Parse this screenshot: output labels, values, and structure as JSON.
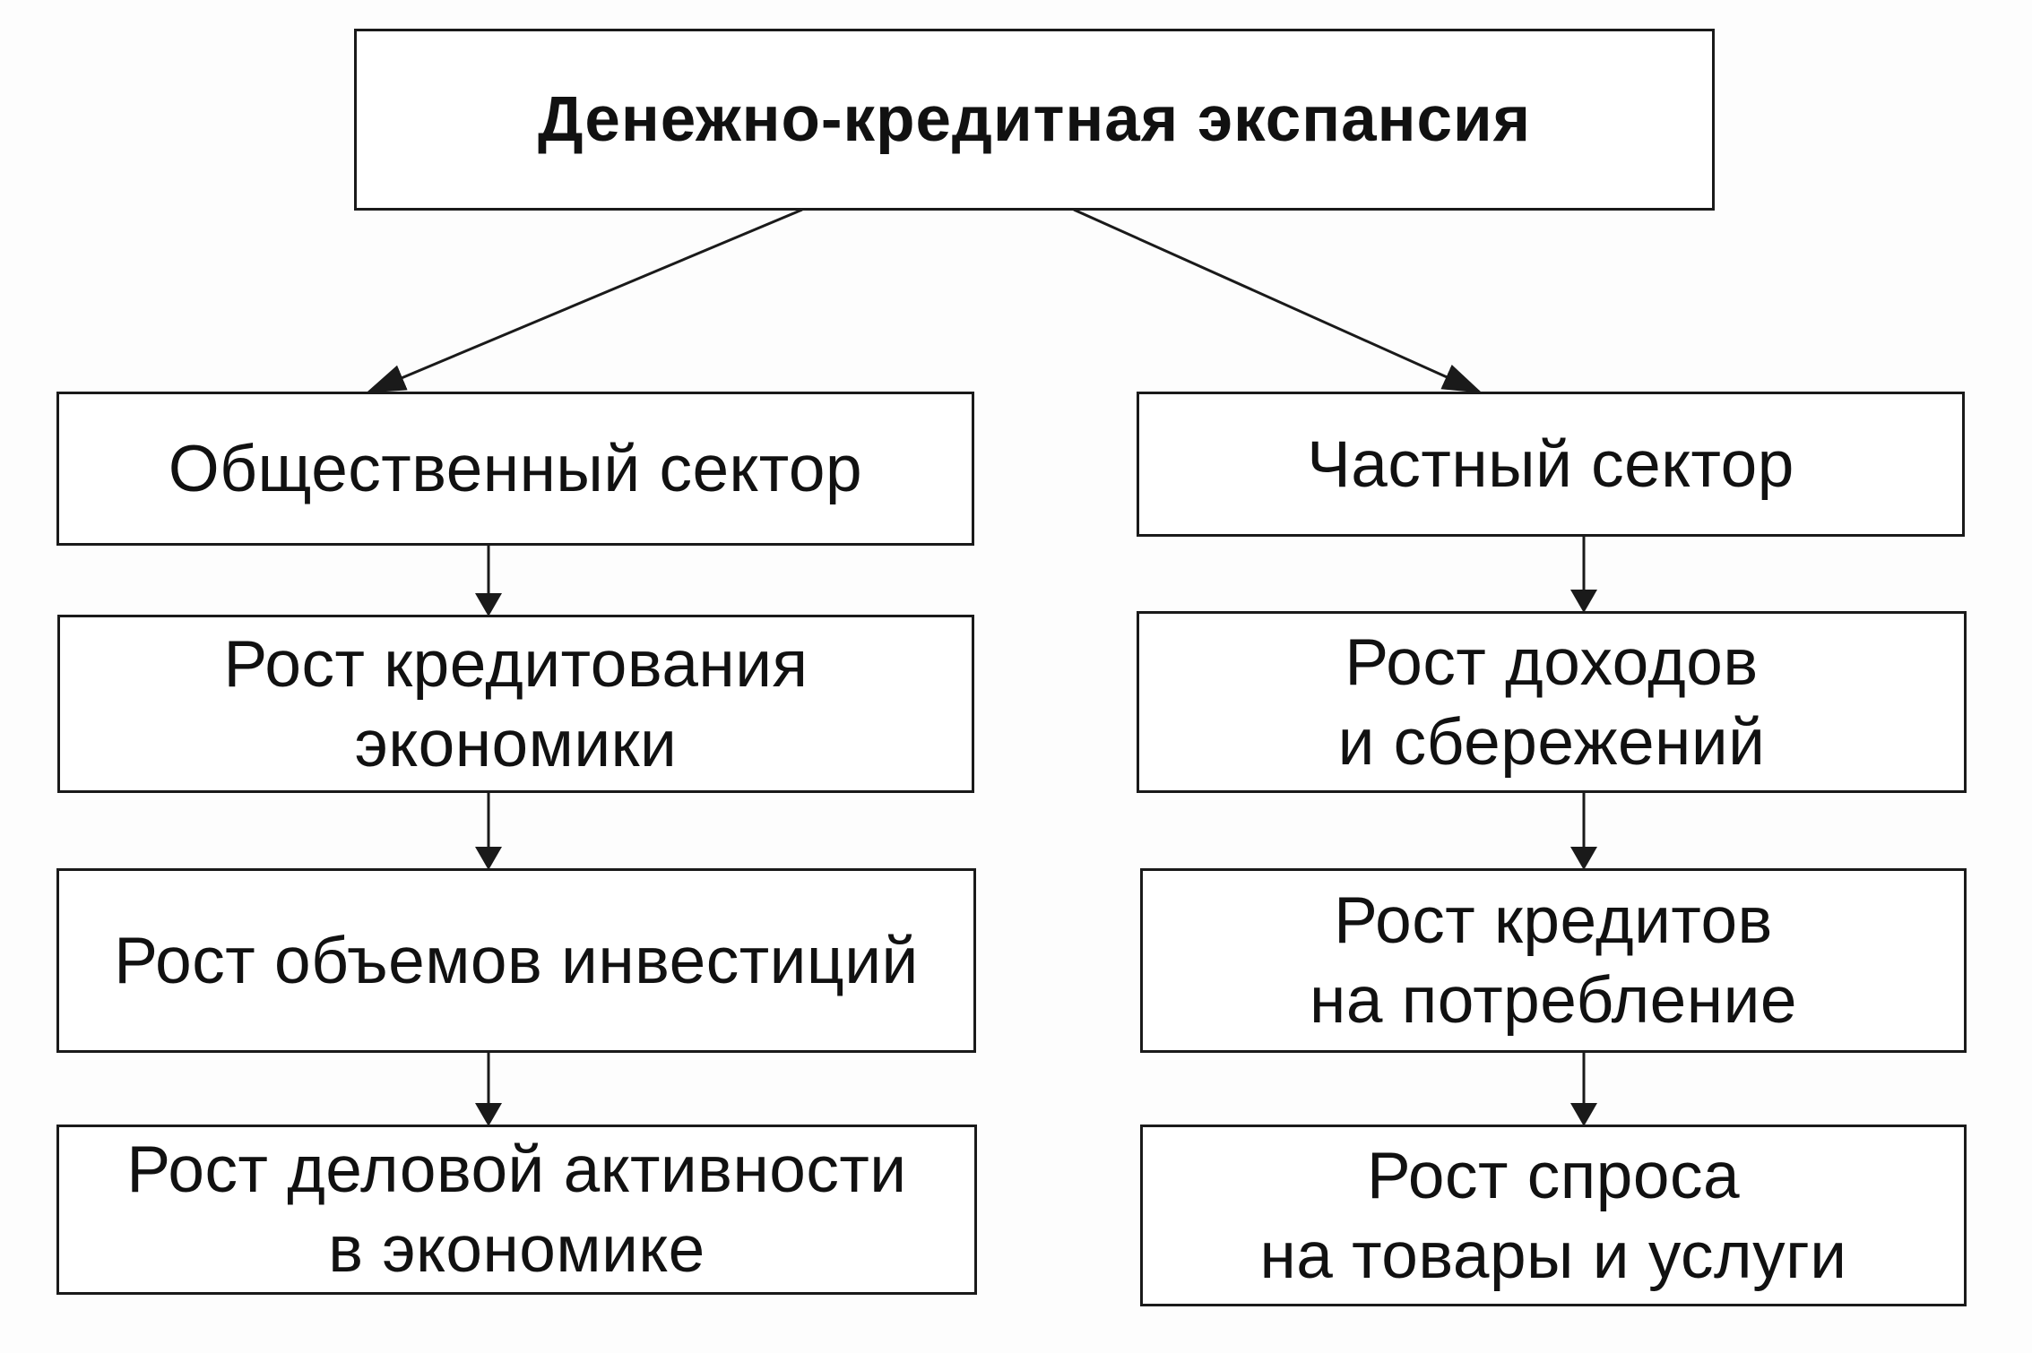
{
  "root": {
    "label": "Денежно-кредитная экспансия"
  },
  "left": {
    "sector": "Общественный сектор",
    "steps": [
      "Рост кредитования\nэкономики",
      "Рост объемов инвестиций",
      "Рост деловой активности\nв экономике"
    ]
  },
  "right": {
    "sector": "Частный сектор",
    "steps": [
      "Рост доходов\nи сбережений",
      "Рост кредитов\nна потребление",
      "Рост спроса\nна товары и услуги"
    ]
  }
}
